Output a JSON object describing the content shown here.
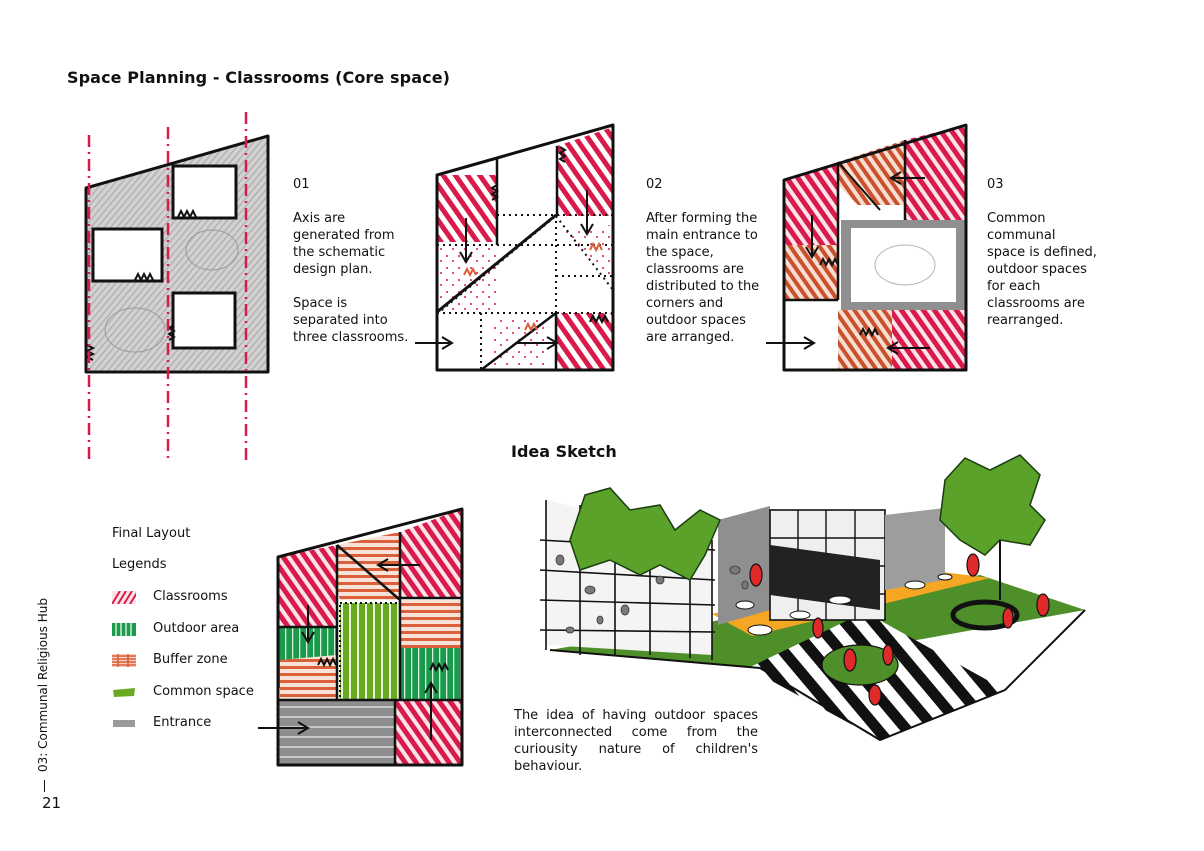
{
  "page_title": "Space Planning - Classrooms (Core space)",
  "steps": [
    {
      "number": "01",
      "paragraphs": [
        "Axis are generated from the schematic design plan.",
        "Space is separated into three classrooms."
      ]
    },
    {
      "number": "02",
      "paragraphs": [
        "After forming the main entrance to the space, classrooms are distributed to the corners and outdoor spaces are arranged."
      ]
    },
    {
      "number": "03",
      "paragraphs": [
        "Common communal space is defined, outdoor spaces for each classrooms are rearranged."
      ]
    }
  ],
  "idea_sketch": {
    "title": "Idea Sketch",
    "caption": "The idea of having outdoor spaces interconnected come from the curiousity nature of children's behaviour."
  },
  "final_layout": {
    "title": "Final Layout",
    "legends_title": "Legends",
    "legend": [
      {
        "label": "Classrooms",
        "color": "#d81b4a"
      },
      {
        "label": "Outdoor area",
        "color": "#1a9a4a"
      },
      {
        "label": "Buffer zone",
        "color": "#d9603a"
      },
      {
        "label": "Common space",
        "color": "#6aaa22"
      },
      {
        "label": "Entrance",
        "color": "#9a9a9a"
      }
    ]
  },
  "side_label": "03: Communal Religious Hub",
  "page_number": "21",
  "colors": {
    "classroom": "#d81b4a",
    "outdoor": "#1a9a4a",
    "buffer": "#d9603a",
    "common": "#6aaa22",
    "entrance": "#9a9a9a",
    "axis": "#d81b4a",
    "orange_floor": "#f5a623"
  }
}
